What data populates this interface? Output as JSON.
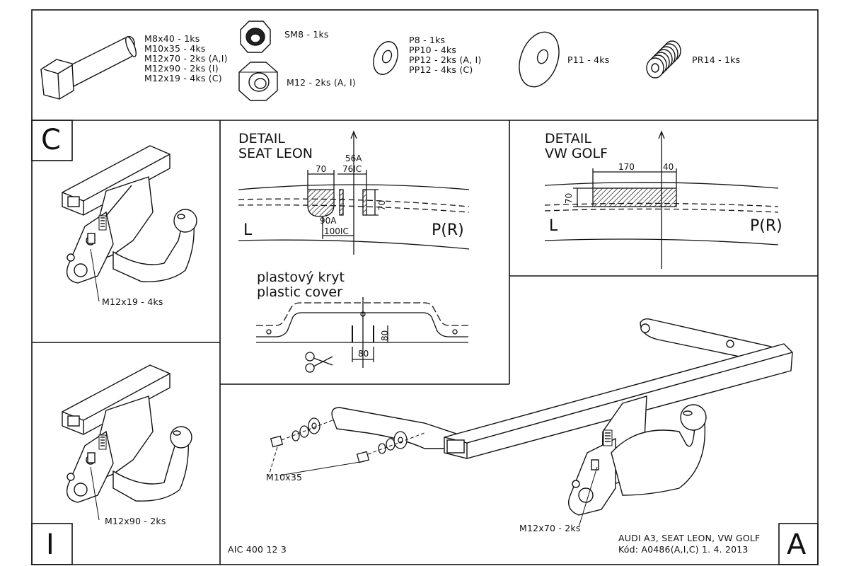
{
  "parts": {
    "bolts": [
      "M8x40 - 1ks",
      "M10x35 - 4ks",
      "M12x70 - 2ks (A,I)",
      "M12x90 - 2ks (I)",
      "M12x19 - 4ks (C)"
    ],
    "nut_sm8": "SM8 - 1ks",
    "nut_m12": "M12 - 2ks (A, I)",
    "washers": [
      "P8 - 1ks",
      "PP10 - 4ks",
      "PP12 - 2ks (A, I)",
      "PP12 - 4ks (C)"
    ],
    "washer_p11": "P11 - 4ks",
    "spring_washer": "PR14 - 1ks"
  },
  "variant_c": {
    "letter": "C",
    "bolt_label": "M12x19 - 4ks"
  },
  "variant_i": {
    "letter": "I",
    "bolt_label": "M12x90 - 2ks"
  },
  "variant_a": {
    "letter": "A",
    "bolt_label_1": "M10x35",
    "bolt_label_2": "M12x70 - 2ks"
  },
  "detail_seat": {
    "title_1": "DETAIL",
    "title_2": "SEAT LEON",
    "dim_70_top": "70",
    "dim_56a": "56A",
    "dim_76ic": "76IC",
    "dim_70_side": "70",
    "dim_90a": "90A",
    "dim_100ic": "100IC",
    "left": "L",
    "right": "P(R)"
  },
  "detail_vw": {
    "title_1": "DETAIL",
    "title_2": "VW GOLF",
    "dim_170": "170",
    "dim_40": "40",
    "dim_70": "70",
    "left": "L",
    "right": "P(R)"
  },
  "cover": {
    "title_1": "plastový kryt",
    "title_2": "plastic cover",
    "dim_80_h": "80",
    "dim_80_w": "80"
  },
  "footer": {
    "code": "AIC 400 12 3",
    "model": "AUDI A3, SEAT LEON, VW GOLF",
    "kod": "Kód: A0486(A,I,C)  1. 4. 2013"
  }
}
